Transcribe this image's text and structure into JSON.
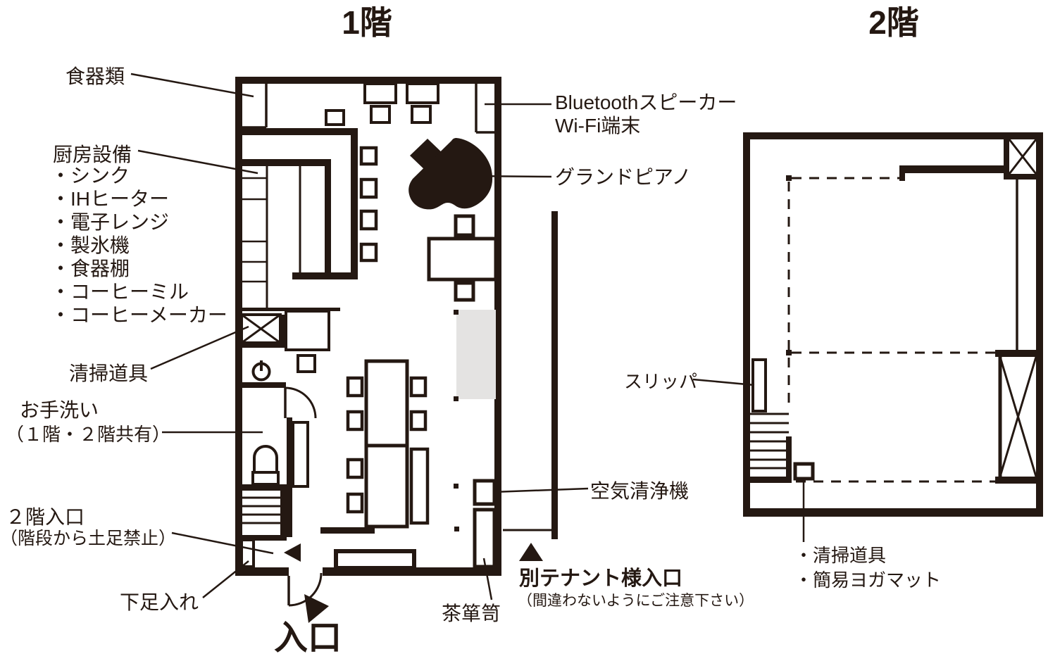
{
  "floor1": {
    "title": "1階",
    "labels": {
      "tableware": "食器類",
      "kitchen_heading": "厨房設備",
      "kitchen_items": [
        "・シンク",
        "・IHヒーター",
        "・電子レンジ",
        "・製氷機",
        "・食器棚",
        "・コーヒーミル",
        "・コーヒーメーカー"
      ],
      "cleaning_tools": "清掃道具",
      "restroom": "お手洗い",
      "restroom_note": "（１階・２階共有）",
      "stairs_entrance": "２階入口",
      "stairs_note": "（階段から土足禁止）",
      "shoe_cabinet": "下足入れ",
      "entrance": "入口",
      "bluetooth": "Bluetoothスピーカー",
      "wifi": "Wi-Fi端末",
      "grand_piano": "グランドピアノ",
      "air_purifier": "空気清浄機",
      "tenant_entrance": "別テナント様入口",
      "tenant_note": "（間違わないようにご注意下さい）",
      "tea_cabinet": "茶箪笥"
    }
  },
  "floor2": {
    "title": "2階",
    "labels": {
      "slippers": "スリッパ",
      "item1": "・清掃道具",
      "item2": "・簡易ヨガマット"
    }
  },
  "colors": {
    "ink": "#241812",
    "floor_highlight": "#e4e3e2"
  }
}
